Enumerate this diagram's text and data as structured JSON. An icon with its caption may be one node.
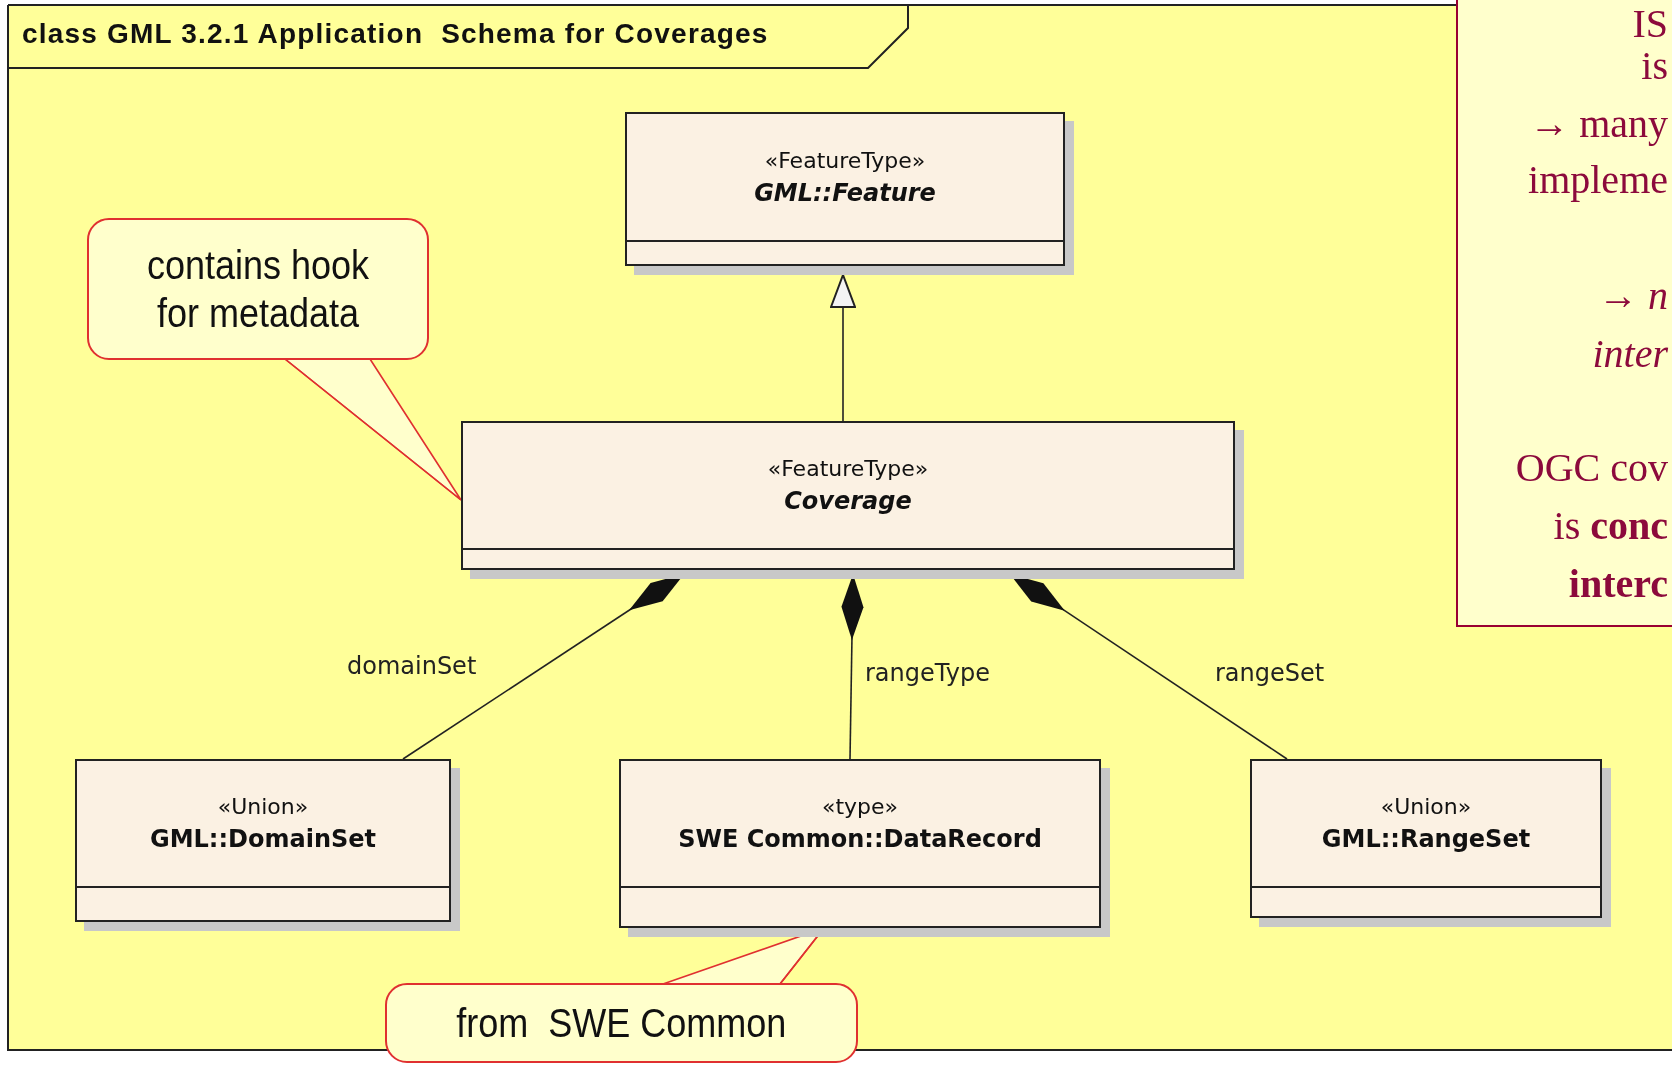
{
  "diagram": {
    "title": "class GML 3.2.1 Application  Schema for Coverages",
    "nodes": [
      {
        "text": [
          "«FeatureType»",
          "GML::Feature"
        ]
      },
      {
        "text": [
          "«FeatureType»",
          "Coverage"
        ]
      },
      {
        "text": [
          "«Union»",
          "GML::DomainSet"
        ]
      },
      {
        "text": [
          "«type»",
          "SWE Common::DataRecord"
        ]
      },
      {
        "text": [
          "«Union»",
          "GML::RangeSet"
        ]
      },
      {
        "text": [
          "contains hook for metadata"
        ]
      },
      {
        "text": [
          "from  SWE Common"
        ]
      }
    ],
    "edges": [
      {
        "from": 1,
        "to": 0,
        "arrow": "to"
      },
      {
        "from": 1,
        "to": 2,
        "arrow": "other",
        "label": "domainSet"
      },
      {
        "from": 1,
        "to": 3,
        "arrow": "other",
        "label": "rangeType"
      },
      {
        "from": 1,
        "to": 4,
        "arrow": "other",
        "label": "rangeSet"
      },
      {
        "from": 5,
        "to": 1,
        "arrow": "none",
        "color": "#e03030"
      },
      {
        "from": 6,
        "to": 3,
        "arrow": "none",
        "color": "#e03030"
      }
    ],
    "labels": [
      "IS",
      "is",
      "→ many",
      "impleme",
      "→ *n*",
      "*inter*",
      "OGC cov",
      "is **conc**",
      "**interc**"
    ]
  }
}
